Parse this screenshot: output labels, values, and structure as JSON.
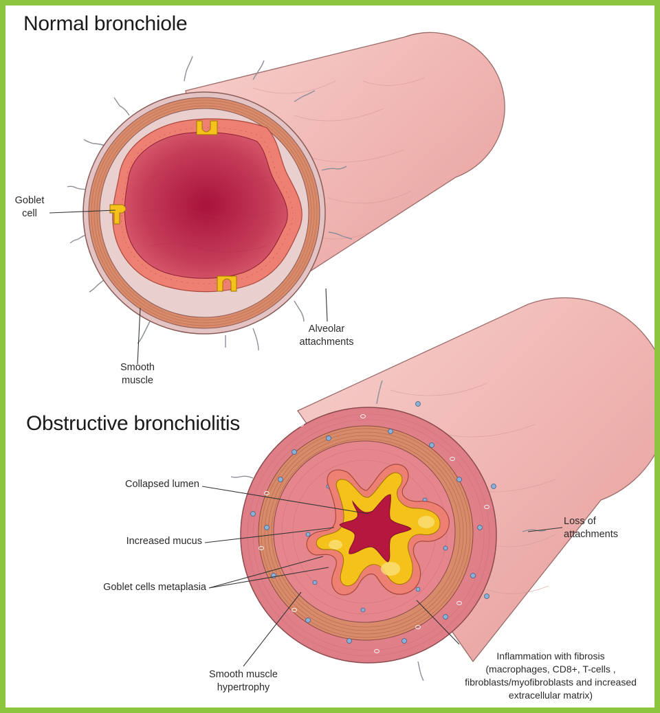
{
  "titles": {
    "normal": "Normal bronchiole",
    "obstructive": "Obstructive bronchiolitis"
  },
  "labels": {
    "goblet_cell": [
      "Goblet",
      "cell"
    ],
    "smooth_muscle": [
      "Smooth",
      "muscle"
    ],
    "alveolar_attachments": [
      "Alveolar",
      "attachments"
    ],
    "collapsed_lumen": "Collapsed lumen",
    "increased_mucus": "Increased mucus",
    "goblet_metaplasia": "Goblet cells metaplasia",
    "loss_of_attachments": [
      "Loss of",
      "attachments"
    ],
    "smooth_muscle_hypertrophy": [
      "Smooth muscle",
      "hypertrophy"
    ],
    "inflammation": [
      "Inflammation with fibrosis",
      "(macrophages, CD8+, T-cells ,",
      "fibroblasts/myofibroblasts and increased",
      "extracellular matrix)"
    ]
  },
  "colors": {
    "frame_border": "#8cc63f",
    "tube_wall": "#f0b8b5",
    "smooth_muscle": "#d98a6a",
    "epithelium": "#ee7f73",
    "lumen": "#b82448",
    "mucus": "#f5c21b",
    "fibrotic_tissue": "#e4868c"
  }
}
